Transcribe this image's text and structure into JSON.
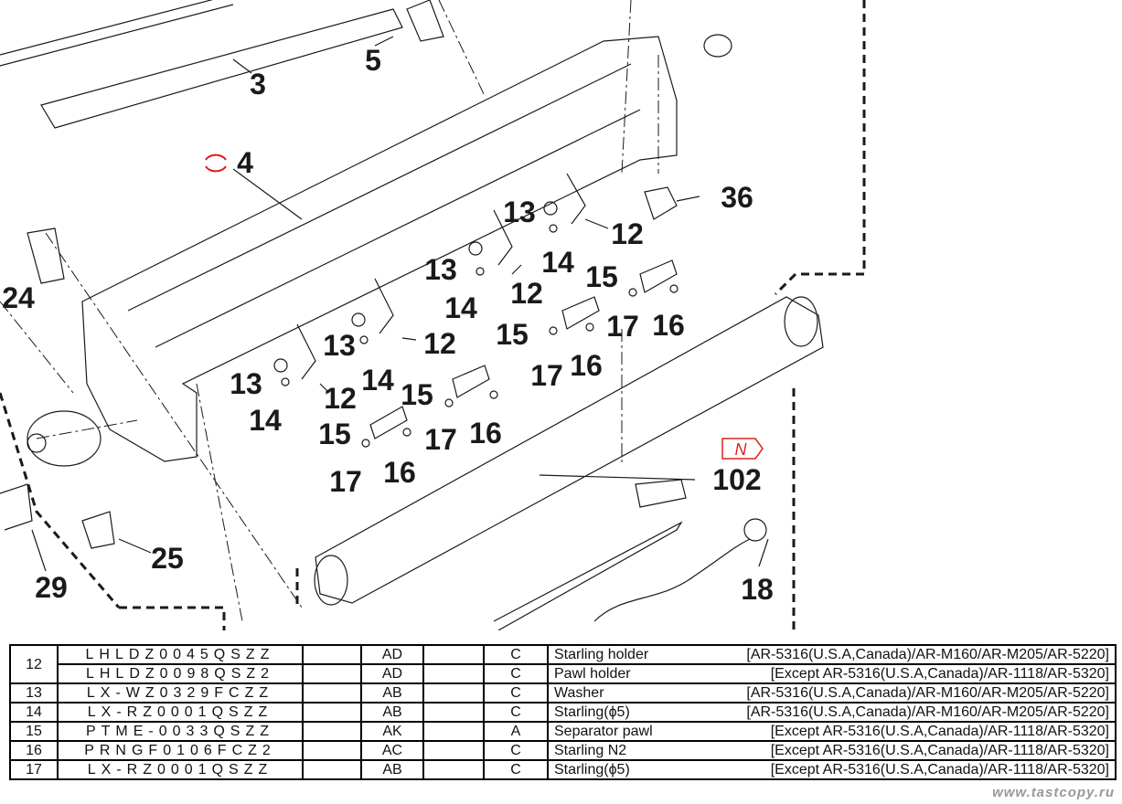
{
  "diagram": {
    "callouts": [
      "3",
      "5",
      "4",
      "36",
      "12",
      "13",
      "14",
      "15",
      "13",
      "14",
      "12",
      "16",
      "17",
      "15",
      "16",
      "17",
      "13",
      "14",
      "12",
      "15",
      "17",
      "16",
      "13",
      "14",
      "12",
      "15",
      "16",
      "17",
      "24",
      "25",
      "29",
      "102",
      "18"
    ],
    "new_badge": "N",
    "colors": {
      "accent_red": "#e02020",
      "line": "#1a1a1a"
    }
  },
  "parts_table": {
    "rows": [
      {
        "no": "12",
        "part_no": "LHLDZ0045QSZZ",
        "price": "AD",
        "rank": "C",
        "description": "Starling holder",
        "note": "[AR-5316(U.S.A,Canada)/AR-M160/AR-M205/AR-5220]"
      },
      {
        "no": "",
        "part_no": "LHLDZ0098QSZ2",
        "price": "AD",
        "rank": "C",
        "description": "Pawl holder",
        "note": "[Except AR-5316(U.S.A,Canada)/AR-1118/AR-5320]"
      },
      {
        "no": "13",
        "part_no": "LX-WZ0329FCZZ",
        "price": "AB",
        "rank": "C",
        "description": "Washer",
        "note": "[AR-5316(U.S.A,Canada)/AR-M160/AR-M205/AR-5220]"
      },
      {
        "no": "14",
        "part_no": "LX-RZ0001QSZZ",
        "price": "AB",
        "rank": "C",
        "description": "Starling(ϕ5)",
        "note": "[AR-5316(U.S.A,Canada)/AR-M160/AR-M205/AR-5220]"
      },
      {
        "no": "15",
        "part_no": "PTME-0033QSZZ",
        "price": "AK",
        "rank": "A",
        "description": "Separator pawl",
        "note": "[Except AR-5316(U.S.A,Canada)/AR-1118/AR-5320]"
      },
      {
        "no": "16",
        "part_no": "PRNGF0106FCZ2",
        "price": "AC",
        "rank": "C",
        "description": "Starling N2",
        "note": "[Except AR-5316(U.S.A,Canada)/AR-1118/AR-5320]"
      },
      {
        "no": "17",
        "part_no": "LX-RZ0001QSZZ",
        "price": "AB",
        "rank": "C",
        "description": "Starling(ϕ5)",
        "note": "[Except AR-5316(U.S.A,Canada)/AR-1118/AR-5320]"
      }
    ]
  },
  "watermark": "www.tastcopy.ru"
}
